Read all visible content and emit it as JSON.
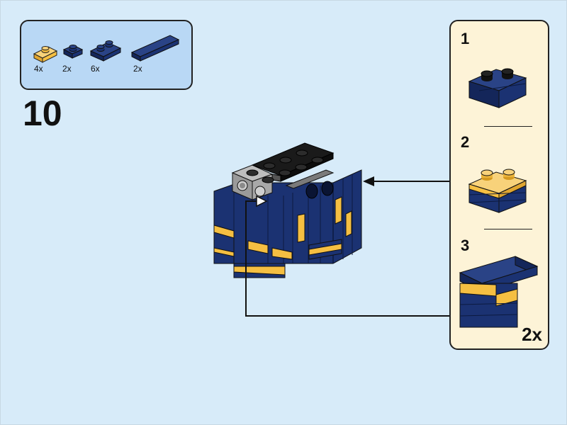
{
  "parts_list": {
    "items": [
      {
        "icon": "yellow-1x2-plate-icon",
        "color": "#f5bf42",
        "count": "4x"
      },
      {
        "icon": "navy-1x1-plate-icon",
        "color": "#1b3272",
        "count": "2x"
      },
      {
        "icon": "navy-1x2-plate-icon",
        "color": "#1b3272",
        "count": "6x"
      },
      {
        "icon": "navy-1x4-tile-icon",
        "color": "#1b3272",
        "count": "2x"
      }
    ]
  },
  "step": {
    "number": "10"
  },
  "callout": {
    "steps": [
      {
        "number": "1"
      },
      {
        "number": "2"
      },
      {
        "number": "3"
      }
    ],
    "multiplier": "2x"
  },
  "colors": {
    "background": "#d7ebf9",
    "parts_panel": "#b9d8f5",
    "callout_panel": "#fdf3d7",
    "navy": "#1b3272",
    "yellow": "#f5bf42",
    "black": "#111111",
    "gray": "#9a9a9a"
  }
}
